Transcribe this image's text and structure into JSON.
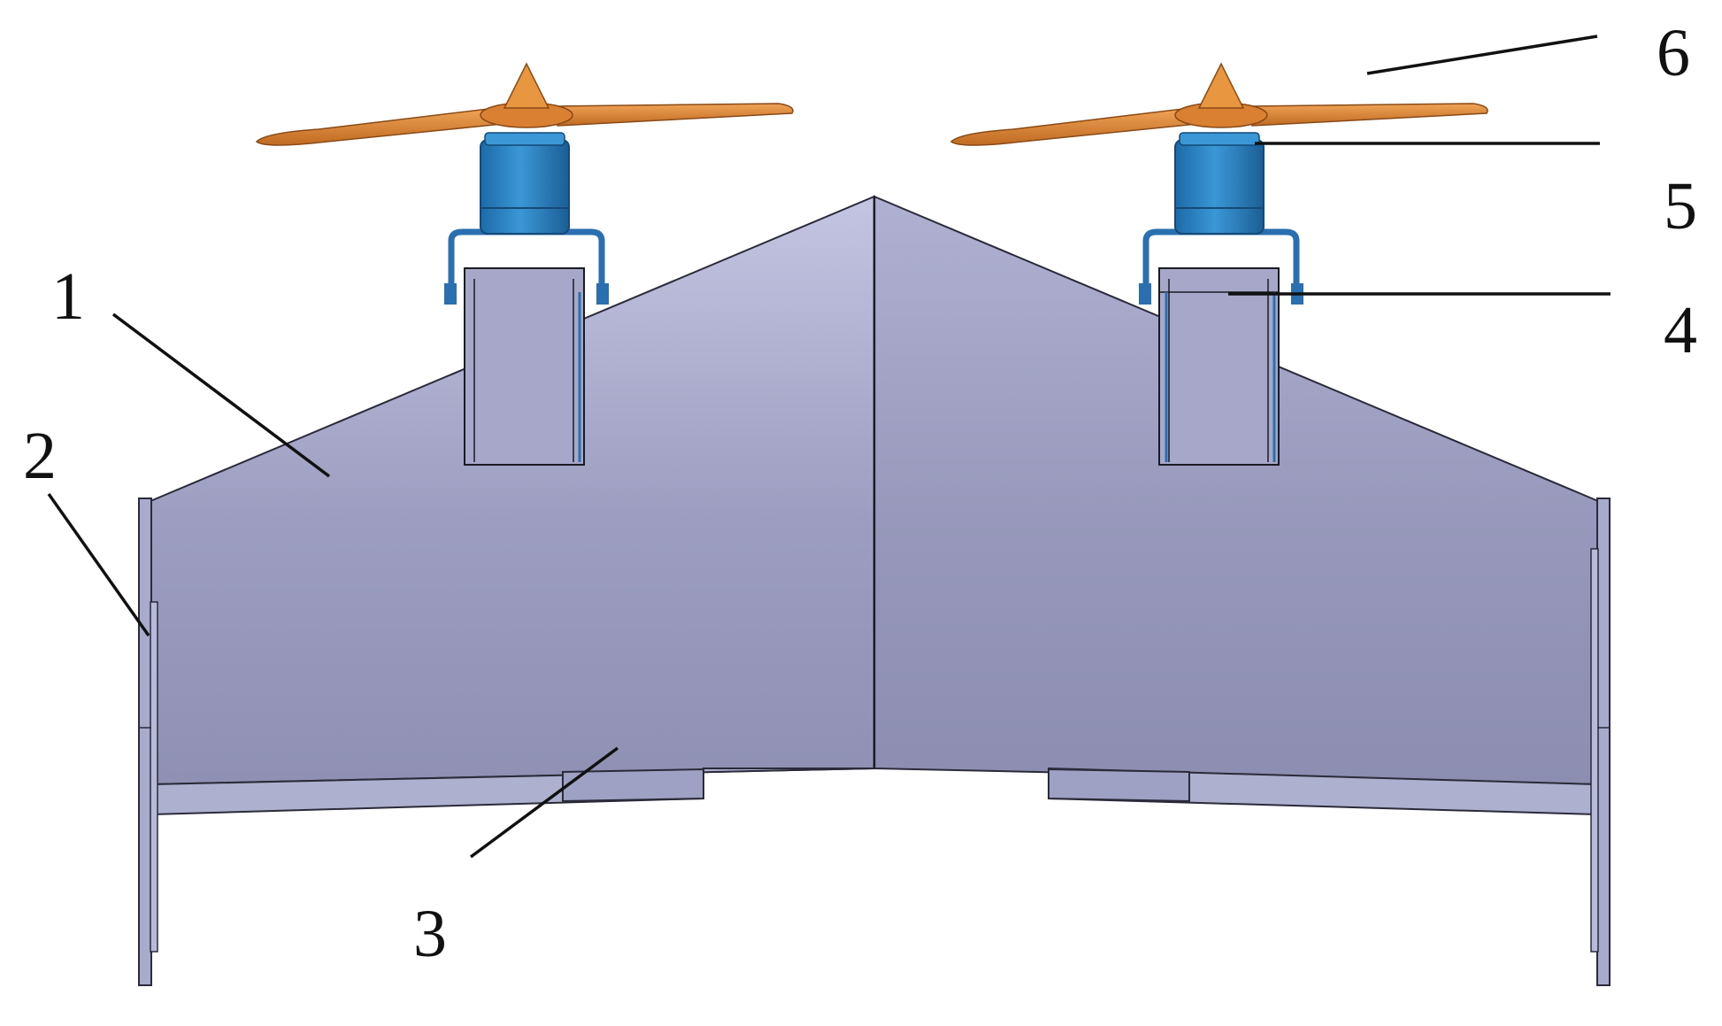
{
  "callouts": [
    {
      "id": "1",
      "label": "1"
    },
    {
      "id": "2",
      "label": "2"
    },
    {
      "id": "3",
      "label": "3"
    },
    {
      "id": "4",
      "label": "4"
    },
    {
      "id": "5",
      "label": "5"
    },
    {
      "id": "6",
      "label": "6"
    }
  ],
  "colors": {
    "wing_light": "#b9bad9",
    "wing_dark": "#8e8fb3",
    "wing_edge": "#2a2a3a",
    "nacelle": "#a7a8c9",
    "motor": "#2f86c8",
    "motor_dark": "#1c5f96",
    "mount_bracket": "#2a6fb0",
    "propeller": "#e08a3a",
    "propeller_dark": "#b3621d",
    "leader_line": "#111111",
    "background": "#ffffff"
  },
  "icons": {
    "propeller": "propeller-icon",
    "motor": "motor-icon"
  }
}
